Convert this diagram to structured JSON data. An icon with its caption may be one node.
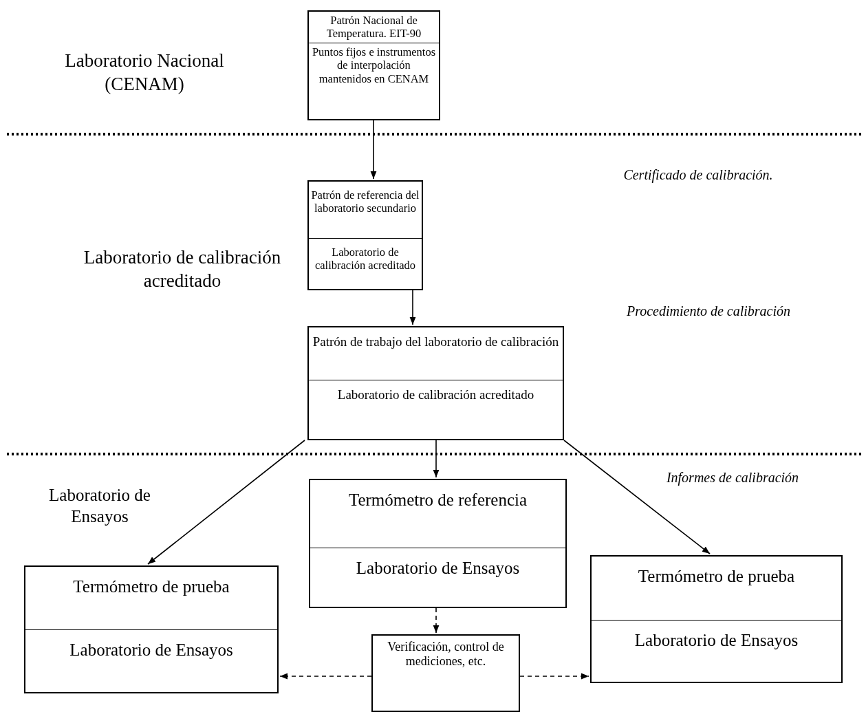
{
  "diagram": {
    "nodes": [
      {
        "text": [
          "Patrón Nacional de Temperatura. EIT-90",
          "Puntos fijos e instrumentos de interpolación mantenidos en CENAM"
        ]
      },
      {
        "text": [
          "Patrón de referencia del laboratorio secundario",
          "Laboratorio de calibración acreditado"
        ]
      },
      {
        "text": [
          "Patrón de trabajo del laboratorio de calibración",
          "Laboratorio de calibración acreditado"
        ]
      },
      {
        "text": [
          "Termómetro de referencia",
          "Laboratorio de Ensayos"
        ]
      },
      {
        "text": [
          "Termómetro de prueba",
          "Laboratorio de Ensayos"
        ]
      },
      {
        "text": [
          "Termómetro de prueba",
          "Laboratorio de Ensayos"
        ]
      },
      {
        "text": [
          "Verificación, control de mediciones, etc."
        ]
      }
    ],
    "edges": [
      {
        "from": 0,
        "to": 1,
        "arrow": "to"
      },
      {
        "from": 1,
        "to": 2,
        "arrow": "to"
      },
      {
        "from": 2,
        "to": 4,
        "arrow": "to"
      },
      {
        "from": 2,
        "to": 3,
        "arrow": "to"
      },
      {
        "from": 2,
        "to": 5,
        "arrow": "to"
      },
      {
        "from": 3,
        "to": 6,
        "arrow": "to",
        "style": "dashed"
      },
      {
        "from": 6,
        "to": 4,
        "arrow": "to",
        "style": "dashed"
      },
      {
        "from": 6,
        "to": 5,
        "arrow": "to",
        "style": "dashed"
      }
    ],
    "labels": [
      "Laboratorio Nacional (CENAM)",
      "Certificado de calibración.",
      "Laboratorio de calibración acreditado",
      "Procedimiento de calibración",
      "Laboratorio de Ensayos",
      "Informes de calibración"
    ]
  }
}
